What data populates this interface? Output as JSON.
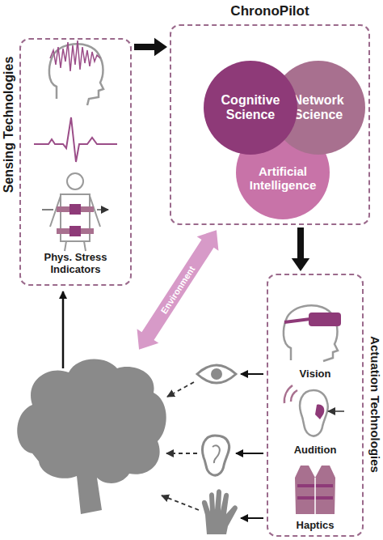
{
  "diagram": {
    "title": "ChronoPilot",
    "nodes": [
      {
        "text": [
          "Sensing Technologies",
          "Phys. Stress Indicators"
        ]
      },
      {
        "text": [
          "ChronoPilot"
        ]
      },
      {
        "text": [
          "Cognitive Science"
        ],
        "in": 1
      },
      {
        "text": [
          "Network Science"
        ],
        "in": 1
      },
      {
        "text": [
          "Artificial Intelligence"
        ],
        "in": 1
      },
      {
        "text": [
          "Actuation Technologies"
        ]
      }
    ],
    "edges": [
      {
        "from": 0,
        "to": 1,
        "arrow": "to"
      },
      {
        "from": 1,
        "to": 5,
        "arrow": "to"
      }
    ],
    "labels": [
      "Vision",
      "Audition",
      "Haptics",
      "Environment"
    ]
  }
}
